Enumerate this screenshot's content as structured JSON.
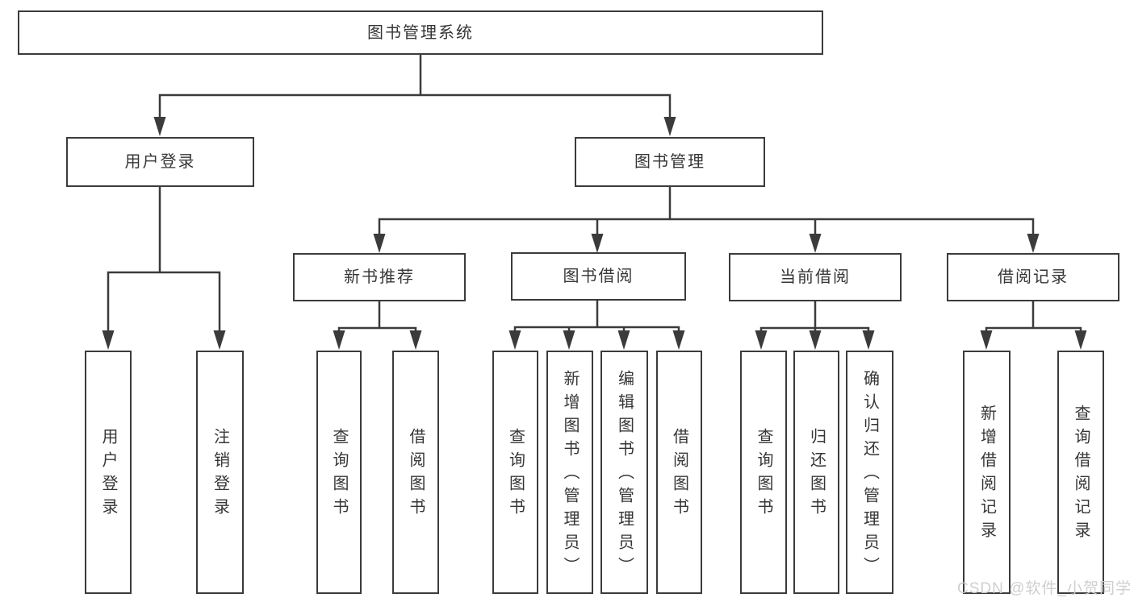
{
  "diagram": {
    "root": "图书管理系统",
    "user_login": {
      "label": "用户登录",
      "children": [
        "用户登录",
        "注销登录"
      ]
    },
    "book_mgmt": {
      "label": "图书管理",
      "new_book_rec": {
        "label": "新书推荐",
        "children": [
          "查询图书",
          "借阅图书"
        ]
      },
      "book_borrow": {
        "label": "图书借阅",
        "children": [
          "查询图书",
          "新增图书（管理员）",
          "编辑图书（管理员）",
          "借阅图书"
        ]
      },
      "current_borrow": {
        "label": "当前借阅",
        "children": [
          "查询图书",
          "归还图书",
          "确认归还（管理员）"
        ]
      },
      "borrow_records": {
        "label": "借阅记录",
        "children": [
          "新增借阅记录",
          "查询借阅记录"
        ]
      }
    }
  },
  "colors": {
    "line": "#3b3b3b",
    "text": "#363636",
    "watermark": "#cccccc"
  },
  "watermark": "CSDN @软件_小贺同学"
}
